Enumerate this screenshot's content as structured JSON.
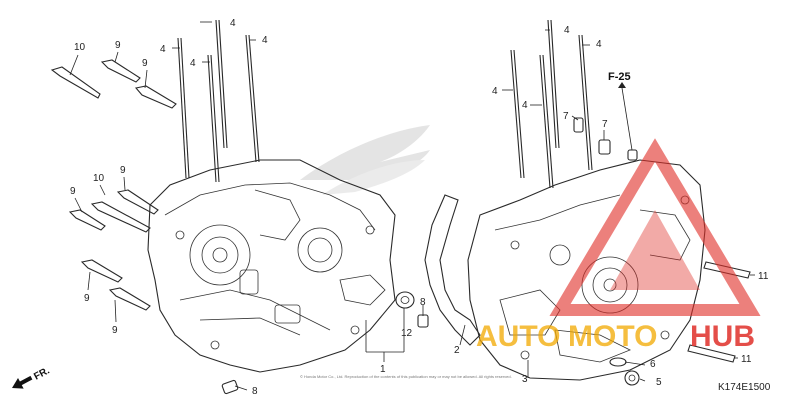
{
  "diagram": {
    "figure_code": "K174E1500",
    "reference_label": "F-25",
    "front_indicator": "FR.",
    "copyright_line": "© Honda Motor Co., Ltd. Reproduction of the contents of this publication may or may not be allowed. All rights reserved.",
    "callouts": [
      {
        "id": "c1",
        "label": "1"
      },
      {
        "id": "c2",
        "label": "2"
      },
      {
        "id": "c3",
        "label": "3"
      },
      {
        "id": "c4a",
        "label": "4"
      },
      {
        "id": "c4b",
        "label": "4"
      },
      {
        "id": "c4c",
        "label": "4"
      },
      {
        "id": "c4d",
        "label": "4"
      },
      {
        "id": "c4e",
        "label": "4"
      },
      {
        "id": "c4f",
        "label": "4"
      },
      {
        "id": "c4g",
        "label": "4"
      },
      {
        "id": "c4h",
        "label": "4"
      },
      {
        "id": "c5",
        "label": "5"
      },
      {
        "id": "c6",
        "label": "6"
      },
      {
        "id": "c7a",
        "label": "7"
      },
      {
        "id": "c7b",
        "label": "7"
      },
      {
        "id": "c8a",
        "label": "8"
      },
      {
        "id": "c8b",
        "label": "8"
      },
      {
        "id": "c9a",
        "label": "9"
      },
      {
        "id": "c9b",
        "label": "9"
      },
      {
        "id": "c9c",
        "label": "9"
      },
      {
        "id": "c9d",
        "label": "9"
      },
      {
        "id": "c9e",
        "label": "9"
      },
      {
        "id": "c9f",
        "label": "9"
      },
      {
        "id": "c10a",
        "label": "10"
      },
      {
        "id": "c10b",
        "label": "10"
      },
      {
        "id": "c11a",
        "label": "11"
      },
      {
        "id": "c11b",
        "label": "11"
      },
      {
        "id": "c12",
        "label": "12"
      }
    ]
  },
  "watermark": {
    "brand_part1": "AUTO",
    "brand_part2": "MOTO",
    "brand_part3": "HUB",
    "color_primary": "#e0302a",
    "color_secondary": "#f2a900"
  }
}
